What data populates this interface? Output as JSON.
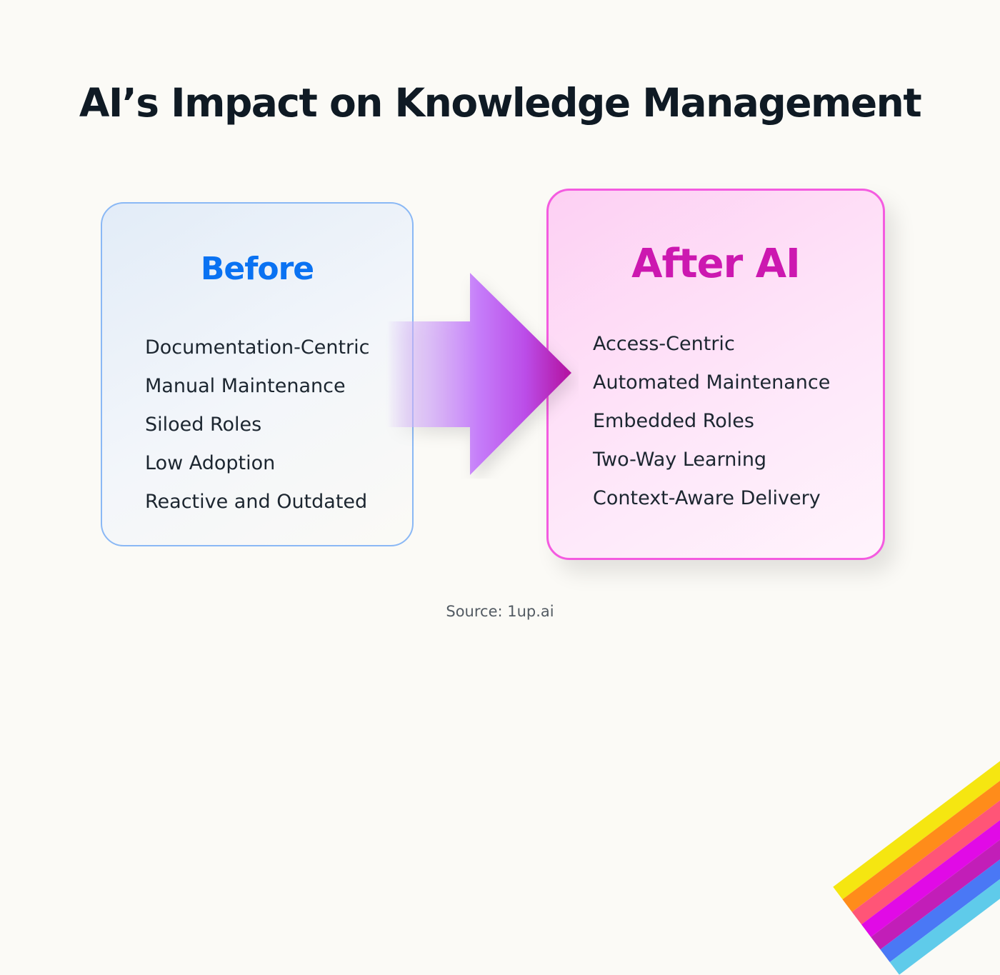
{
  "title": "AI’s Impact on Knowledge Management",
  "colors": {
    "background": "#fbfaf6",
    "before_accent": "#0a72f2",
    "after_accent": "#cc18b0",
    "stripes": [
      "#5fcbea",
      "#4a78f5",
      "#c21eb8",
      "#e10ae6",
      "#ff5577",
      "#ff8c1a",
      "#f5e611"
    ]
  },
  "before": {
    "heading": "Before",
    "items": [
      "Documentation-Centric",
      "Manual Maintenance",
      "Siloed Roles",
      "Low Adoption",
      "Reactive and Outdated"
    ]
  },
  "after": {
    "heading": "After AI",
    "items": [
      "Access-Centric",
      "Automated Maintenance",
      "Embedded Roles",
      "Two-Way Learning",
      "Context-Aware Delivery"
    ]
  },
  "arrow": {
    "icon": "right-arrow-icon"
  },
  "source": "Source: 1up.ai"
}
